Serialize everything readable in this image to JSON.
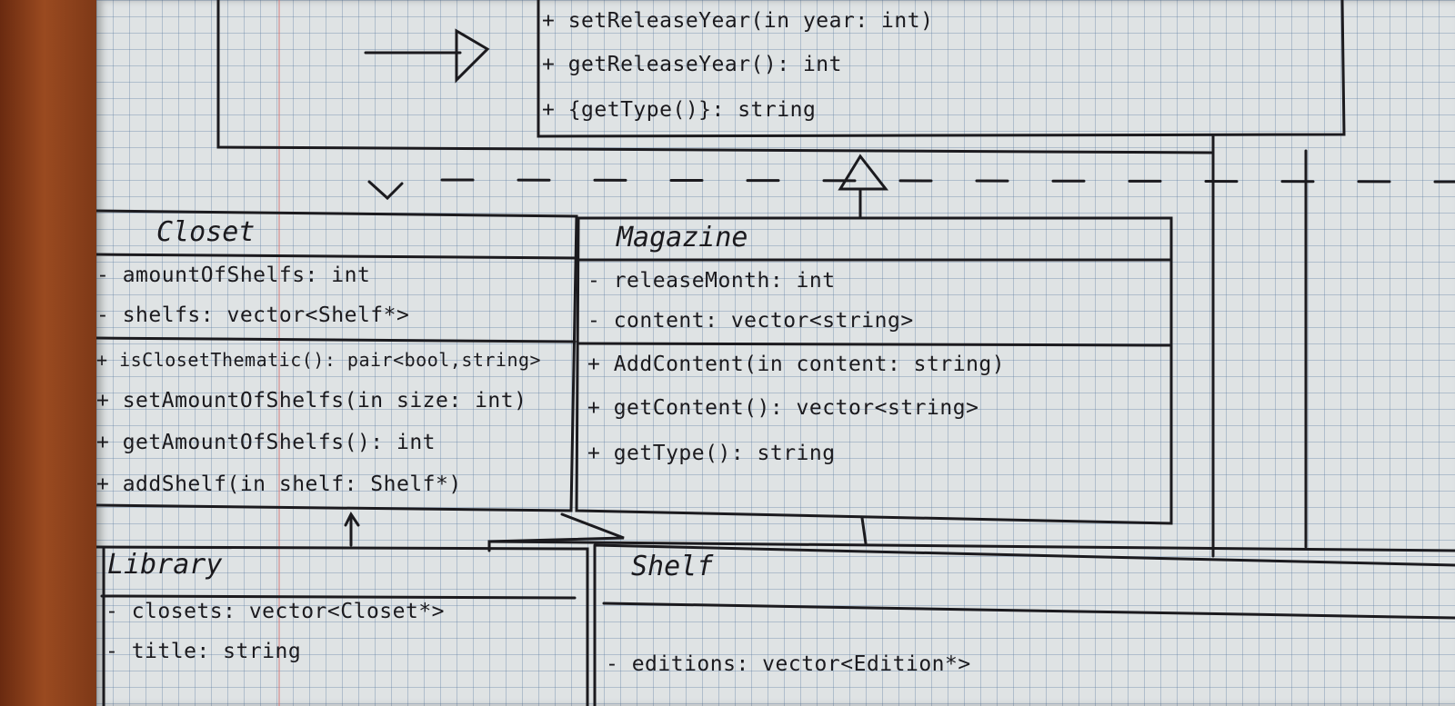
{
  "top_class": {
    "methods": [
      "+ setReleaseYear(in year: int)",
      "+ getReleaseYear(): int",
      "+ {getType()}: string"
    ]
  },
  "closet": {
    "name": "Closet",
    "attributes": [
      "- amountOfShelfs: int",
      "- shelfs: vector<Shelf*>"
    ],
    "methods": [
      "+ isClosetThematic(): pair<bool,string>",
      "+ setAmountOfShelfs(in size: int)",
      "+ getAmountOfShelfs(): int",
      "+ addShelf(in shelf: Shelf*)"
    ]
  },
  "magazine": {
    "name": "Magazine",
    "attributes": [
      "- releaseMonth: int",
      "- content: vector<string>"
    ],
    "methods": [
      "+ AddContent(in content: string)",
      "+ getContent(): vector<string>",
      "+ getType(): string"
    ]
  },
  "library": {
    "name": "Library",
    "attributes": [
      "- closets: vector<Closet*>",
      "- title: string"
    ]
  },
  "shelf": {
    "name": "Shelf",
    "attributes": [
      "- editions: vector<Edition*>"
    ]
  }
}
